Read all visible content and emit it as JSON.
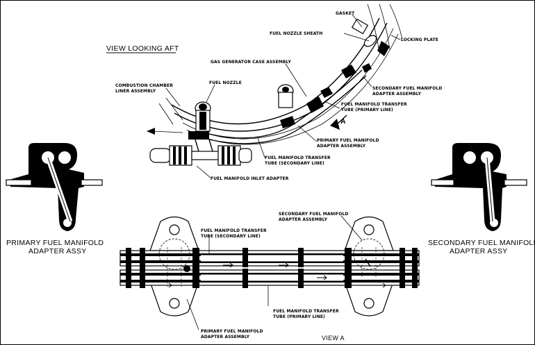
{
  "title": "VIEW LOOKING AFT",
  "view_a": "VIEW A",
  "arrow_letter": "A",
  "labels": {
    "gasket": "GASKET",
    "fuel_nozzle_sheath": "FUEL NOZZLE SHEATH",
    "locking_plate": "LOCKING PLATE",
    "gas_generator_case": "GAS GENERATOR CASE ASSEMBLY",
    "combustion_chamber_1": "COMBUSTION CHAMBER",
    "combustion_chamber_2": "LINER ASSEMBLY",
    "fuel_nozzle": "FUEL NOZZLE",
    "secondary_adapter_top_1": "SECONDARY FUEL MANIFOLD",
    "secondary_adapter_top_2": "ADAPTER ASSEMBLY",
    "transfer_primary_top_1": "FUEL MANIFOLD TRANSFER",
    "transfer_primary_top_2": "TUBE (PRIMARY LINE)",
    "primary_adapter_top_1": "PRIMARY FUEL MANIFOLD",
    "primary_adapter_top_2": "ADAPTER ASSEMBLY",
    "transfer_secondary_top_1": "FUEL MANIFOLD TRANSFER",
    "transfer_secondary_top_2": "TUBE (SECONDARY LINE)",
    "inlet_adapter": "FUEL MANIFOLD INLET ADAPTER",
    "primary_assy_1": "PRIMARY FUEL MANIFOLD",
    "primary_assy_2": "ADAPTER ASSY",
    "secondary_assy_1": "SECONDARY FUEL MANIFOLD",
    "secondary_assy_2": "ADAPTER ASSY",
    "va_transfer_secondary_1": "FUEL MANIFOLD TRANSFER",
    "va_transfer_secondary_2": "TUBE (SECONDARY LINE)",
    "va_secondary_adapter_1": "SECONDARY FUEL MANIFOLD",
    "va_secondary_adapter_2": "ADAPTER ASSEMBLY",
    "va_transfer_primary_1": "FUEL MANIFOLD TRANSFER",
    "va_transfer_primary_2": "TUBE (PRIMARY LINE)",
    "va_primary_adapter_1": "PRIMARY FUEL MANIFOLD",
    "va_primary_adapter_2": "ADAPTER ASSEMBLY"
  }
}
